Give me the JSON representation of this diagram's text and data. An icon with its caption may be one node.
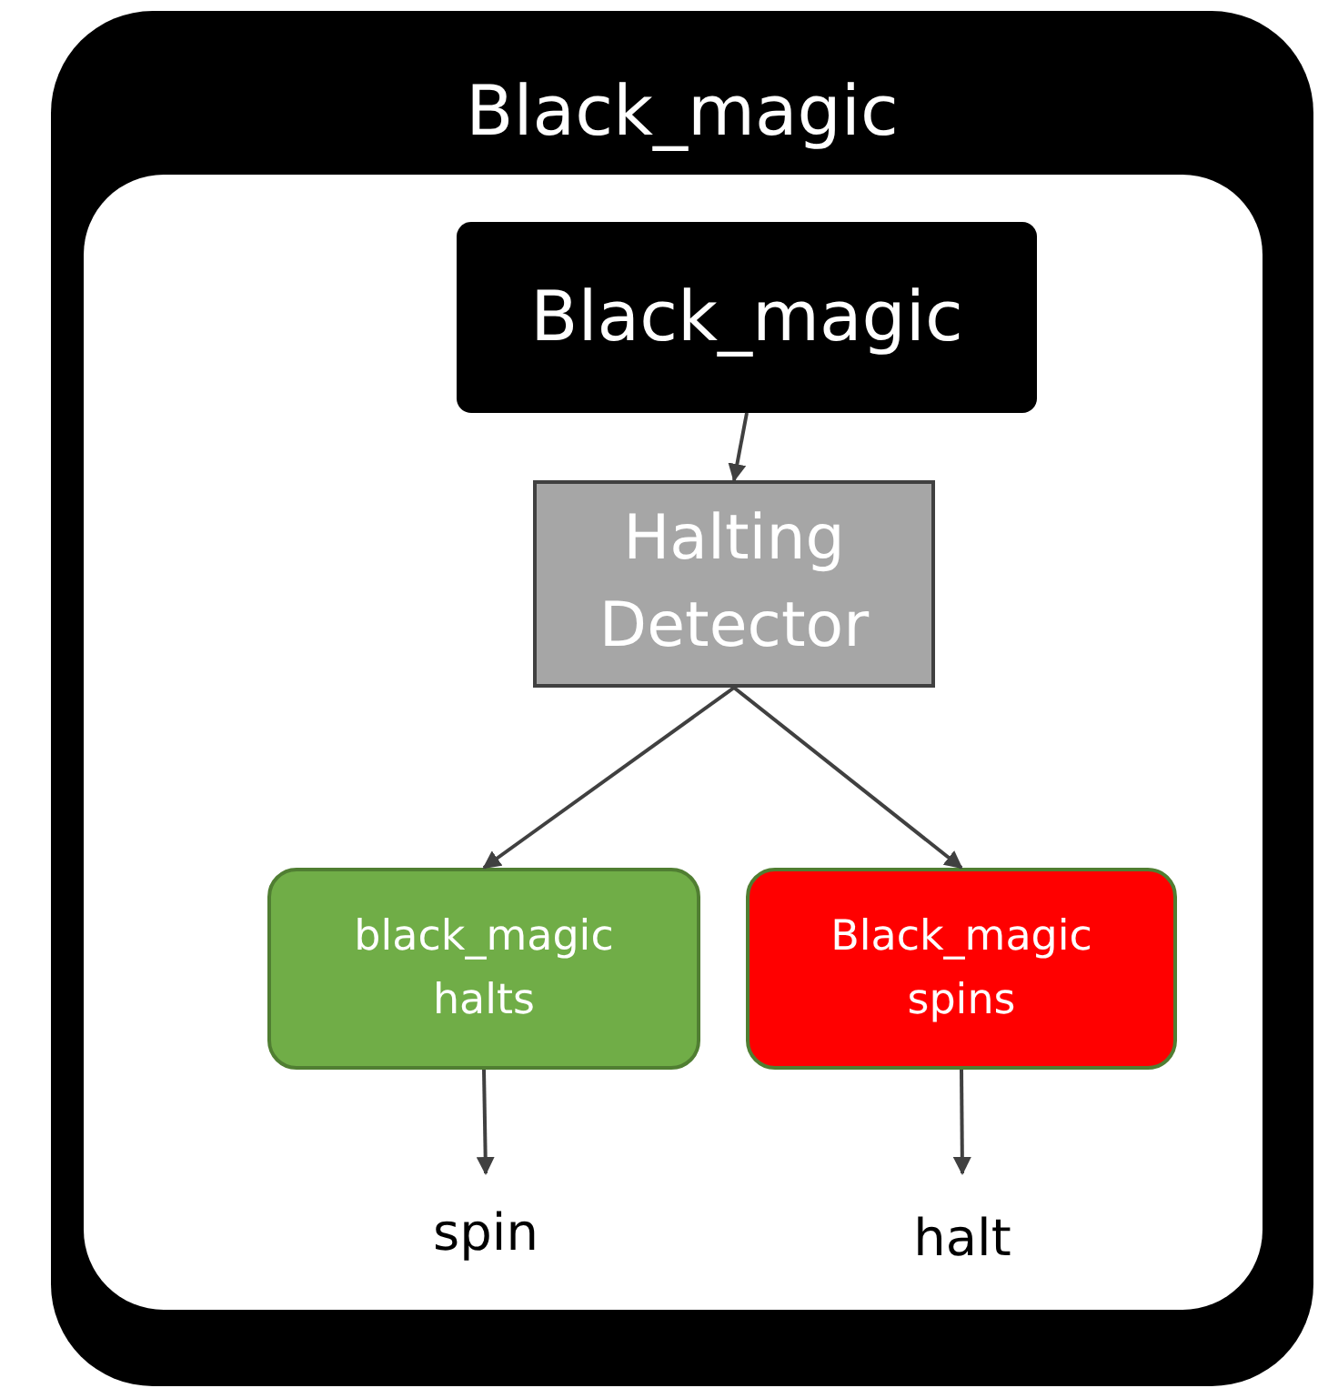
{
  "diagram": {
    "nodes": [
      {
        "text": [
          "Black_magic"
        ]
      },
      {
        "text": [
          "Black_magic"
        ],
        "in": 0
      },
      {
        "text": [
          "Halting Detector"
        ],
        "in": 0
      },
      {
        "text": [
          "black_magic halts"
        ],
        "in": 0
      },
      {
        "text": [
          "Black_magic spins"
        ],
        "in": 0
      },
      {
        "text": [
          "spin"
        ],
        "in": 0
      },
      {
        "text": [
          "halt"
        ],
        "in": 0
      }
    ],
    "edges": [
      {
        "from": 1,
        "to": 2,
        "arrow": "to"
      },
      {
        "from": 2,
        "to": 3,
        "arrow": "to"
      },
      {
        "from": 2,
        "to": 4,
        "arrow": "to"
      },
      {
        "from": 3,
        "to": 5,
        "arrow": "to"
      },
      {
        "from": 4,
        "to": 6,
        "arrow": "to"
      }
    ]
  }
}
